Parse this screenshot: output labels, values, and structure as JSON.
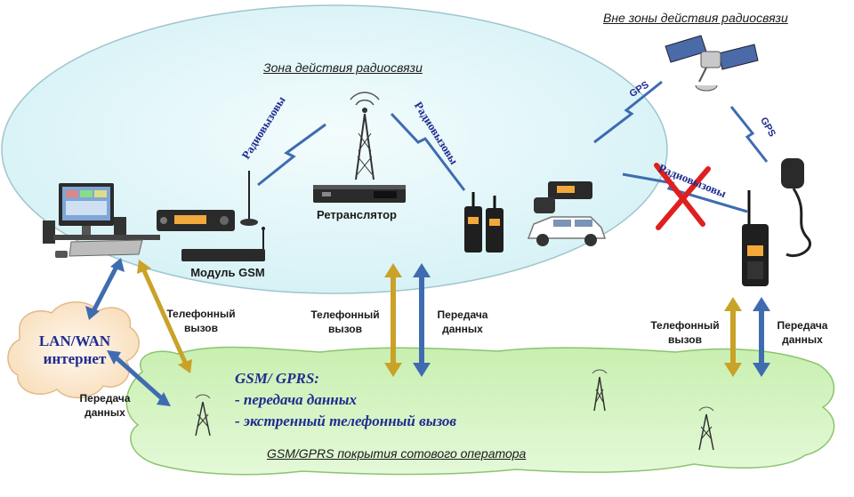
{
  "zones": {
    "radio_zone": "Зона действия радиосвязи",
    "out_of_zone": "Вне зоны действия радиосвязи",
    "gsm_coverage": "GSM/GPRS покрытия сотового оператора"
  },
  "nodes": {
    "repeater": "Ретранслятор",
    "gsm_module": "Модуль GSM",
    "lan_wan_line1": "LAN/WAN",
    "lan_wan_line2": "интернет"
  },
  "links": {
    "radio_calls_left": "Радиовызовы",
    "radio_calls_right": "Радиовызовы",
    "radio_calls_blocked": "Радиовызовы",
    "gps_upper": "GPS",
    "gps_lower": "GPS",
    "phone_call_left": "Телефонный вызов",
    "phone_call_center": "Телефонный вызов",
    "data_center": "Передача данных",
    "phone_call_right": "Телефонный вызов",
    "data_right": "Передача данных",
    "data_lan": "Передача данных"
  },
  "gsm_features": {
    "heading": "GSM/ GPRS:",
    "items": [
      "- передача данных",
      "- экстренный телефонный вызов"
    ]
  },
  "colors": {
    "radio_zone_fill": "#dff6f8",
    "gsm_cloud_fill": "#d9f5c6",
    "lan_cloud_fill": "#fdebd3",
    "arrow_blue": "#3f6cb0",
    "arrow_gold": "#c9a227",
    "label_blue": "#1f2c8f",
    "cross_red": "#e02020"
  }
}
